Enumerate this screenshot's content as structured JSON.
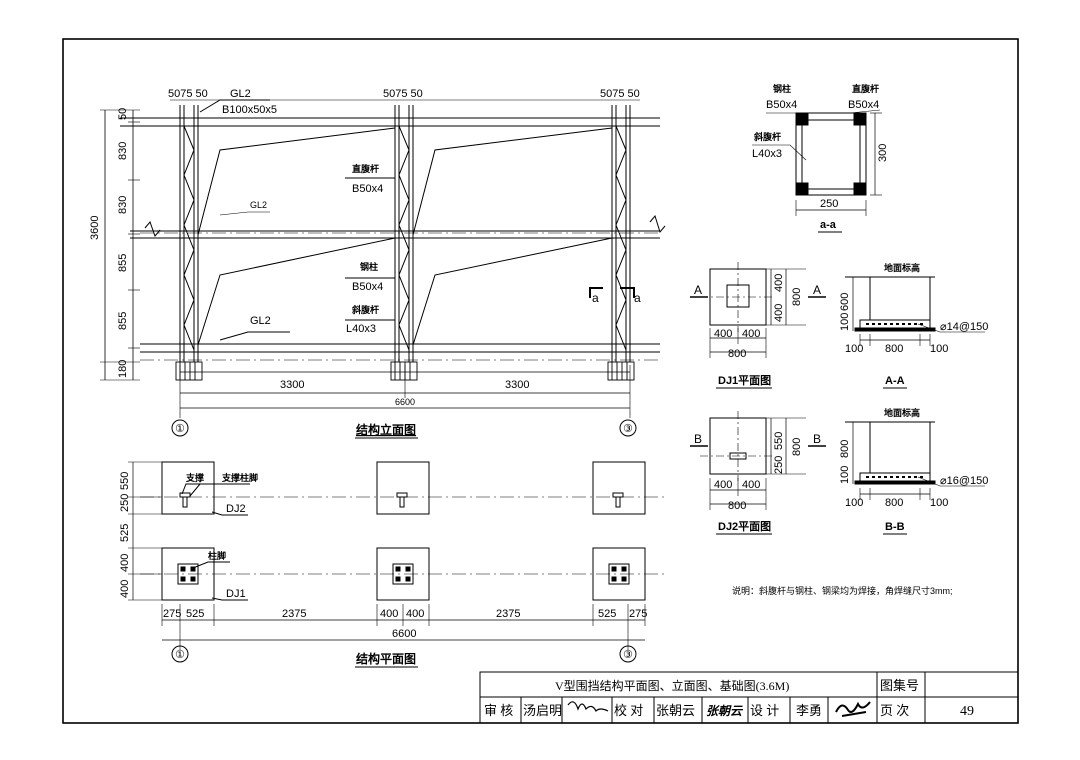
{
  "elevation": {
    "title": "结构立面图",
    "top_dims": [
      "5075 50",
      "5075 50",
      "5075 50"
    ],
    "gl2_top": "GL2",
    "gl2_top_size": "B100x50x5",
    "left_dims": [
      "50",
      "830",
      "830",
      "855",
      "855",
      "180"
    ],
    "total_height": "3600",
    "bottom_dims": [
      "3300",
      "3300"
    ],
    "total_width": "6600",
    "axis_left": "①",
    "axis_right": "③",
    "label_gl2_mid": "GL2",
    "label_gl2_low": "GL2",
    "label_zhifugan": "直腹杆",
    "label_zhifugan_size": "B50x4",
    "label_gangzhu": "钢柱",
    "label_gangzhu_size": "B50x4",
    "label_xiefugan": "斜腹杆",
    "label_xiefugan_size": "L40x3",
    "section_mark": "a"
  },
  "section_aa": {
    "title": "a-a",
    "gangzhu": "钢柱",
    "gangzhu_size": "B50x4",
    "zhifugan": "直腹杆",
    "zhifugan_size": "B50x4",
    "xiefugan": "斜腹杆",
    "xiefugan_size": "L40x3",
    "dim_h": "300",
    "dim_w": "250"
  },
  "dj1": {
    "title": "DJ1平面图",
    "mark": "A",
    "dims_right": [
      "400",
      "400"
    ],
    "dim_total_right": "800",
    "dims_bottom": [
      "400",
      "400"
    ],
    "dim_total_bottom": "800"
  },
  "section_AA": {
    "title": "A-A",
    "ground": "地面标高",
    "dims_left": [
      "600",
      "100"
    ],
    "dims_bottom": [
      "100",
      "800",
      "100"
    ],
    "rebar": "⌀14@150"
  },
  "dj2": {
    "title": "DJ2平面图",
    "mark": "B",
    "dims_right": [
      "550",
      "250"
    ],
    "dim_total_right": "800",
    "dims_bottom": [
      "400",
      "400"
    ],
    "dim_total_bottom": "800"
  },
  "section_BB": {
    "title": "B-B",
    "ground": "地面标高",
    "dims_left": [
      "800",
      "100"
    ],
    "dims_bottom": [
      "100",
      "800",
      "100"
    ],
    "rebar": "⌀16@150"
  },
  "plan": {
    "title": "结构平面图",
    "label_zhicheng": "支撑",
    "label_zhicheng_jiao": "支撑柱脚",
    "label_dj2": "DJ2",
    "label_zhujiao": "柱脚",
    "label_dj1": "DJ1",
    "left_dims": [
      "550",
      "250",
      "525",
      "400",
      "400"
    ],
    "bottom_dims": [
      "275",
      "525",
      "2375",
      "400",
      "400",
      "2375",
      "525",
      "275"
    ],
    "total_width": "6600",
    "axis_left": "①",
    "axis_right": "③"
  },
  "note": "说明：斜腹杆与钢柱、钢梁均为焊接，角焊缝尺寸3mm;",
  "title_block": {
    "drawing_title": "V型围挡结构平面图、立面图、基础图(3.6M)",
    "atlas_label": "图集号",
    "page_label": "页  次",
    "page_number": "49",
    "review_label": "审  核",
    "reviewer": "汤启明",
    "check_label": "校  对",
    "checker": "张朝云",
    "checker_sign": "张朝云",
    "design_label": "设  计",
    "designer": "李勇"
  }
}
